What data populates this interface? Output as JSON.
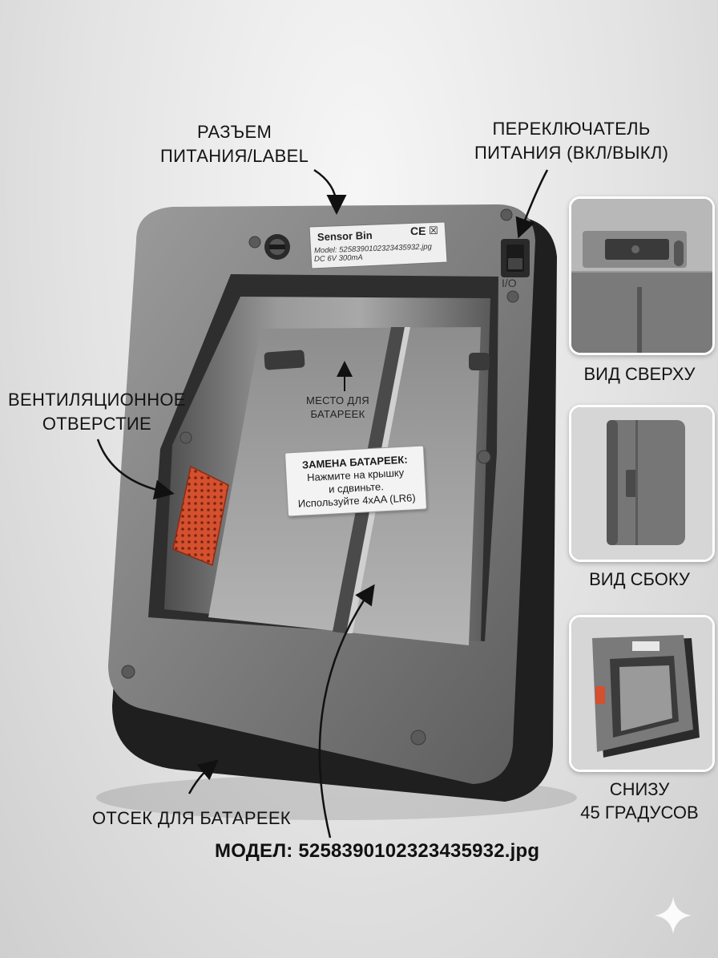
{
  "callouts": {
    "power_connector": [
      "РАЗЪЕМ",
      "ПИТАНИЯ/LABEL"
    ],
    "power_switch": [
      "ПЕРЕКЛЮЧАТЕЛЬ",
      "ПИТАНИЯ (ВКЛ/ВЫКЛ)"
    ],
    "vent": [
      "ВЕНТИЛЯЦИОННОЕ",
      "ОТВЕРСТИЕ"
    ],
    "battery_compartment": "ОТСЕК ДЛЯ БАТАРЕЕК",
    "model": "МОДЕЛ: 5258390102323435932.jpg"
  },
  "label_sticker": {
    "title": "Sensor Bin",
    "model_line": "Model: 5258390102323435932.jpg",
    "power_line": "DC 6V 300mA",
    "ce": "CE",
    "bin_symbol": "☒"
  },
  "switch_label": "I/O",
  "battery_place": [
    "МЕСТО ДЛЯ",
    "БАТАРЕЕК"
  ],
  "instruction_card": {
    "title": "ЗАМЕНА БАТАРЕЕК:",
    "lines": [
      "Нажмите на крышку",
      "и сдвиньте.",
      "Используйте 4xAA (LR6)"
    ]
  },
  "views": [
    {
      "caption": [
        "ВИД СВЕРХУ"
      ]
    },
    {
      "caption": [
        "ВИД СБОКУ"
      ]
    },
    {
      "caption": [
        "СНИЗУ",
        "45 ГРАДУСОВ"
      ]
    }
  ],
  "colors": {
    "vent_orange": "#d4502e",
    "body_gray": "#7b7b7b",
    "frame_dark": "#2b2b2b"
  },
  "icons": [
    "sparkle-icon",
    "arrow-icon"
  ]
}
